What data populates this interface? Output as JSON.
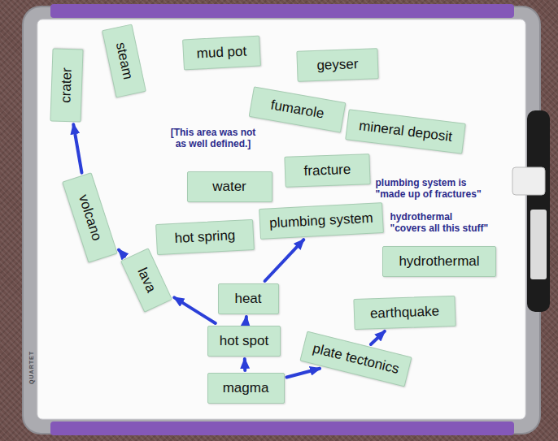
{
  "diagram": {
    "nodes": [
      {
        "text": [
          "mud pot"
        ]
      },
      {
        "text": [
          "steam"
        ]
      },
      {
        "text": [
          "geyser"
        ]
      },
      {
        "text": [
          "crater"
        ]
      },
      {
        "text": [
          "fumarole"
        ]
      },
      {
        "text": [
          "mineral deposit"
        ]
      },
      {
        "text": [
          "fracture"
        ]
      },
      {
        "text": [
          "water"
        ]
      },
      {
        "text": [
          "volcano"
        ]
      },
      {
        "text": [
          "plumbing system"
        ]
      },
      {
        "text": [
          "hot spring"
        ]
      },
      {
        "text": [
          "hydrothermal"
        ]
      },
      {
        "text": [
          "lava"
        ]
      },
      {
        "text": [
          "heat"
        ]
      },
      {
        "text": [
          "earthquake"
        ]
      },
      {
        "text": [
          "hot spot"
        ]
      },
      {
        "text": [
          "plate tectonics"
        ]
      },
      {
        "text": [
          "magma"
        ]
      }
    ],
    "edges": [
      {
        "from": 17,
        "to": 15,
        "arrow": "to"
      },
      {
        "from": 15,
        "to": 13,
        "arrow": "to"
      },
      {
        "from": 13,
        "to": 9,
        "arrow": "to"
      },
      {
        "from": 15,
        "to": 12,
        "arrow": "to"
      },
      {
        "from": 12,
        "to": 8,
        "arrow": "to"
      },
      {
        "from": 8,
        "to": 3,
        "arrow": "to"
      },
      {
        "from": 17,
        "to": 16,
        "arrow": "to"
      },
      {
        "from": 16,
        "to": 14,
        "arrow": "to"
      }
    ],
    "labels": [
      "[This area was not as well defined.]",
      "plumbing system is \"made up of fractures\"",
      "hydrothermal \"covers all this stuff\"",
      "QUARTET"
    ]
  }
}
